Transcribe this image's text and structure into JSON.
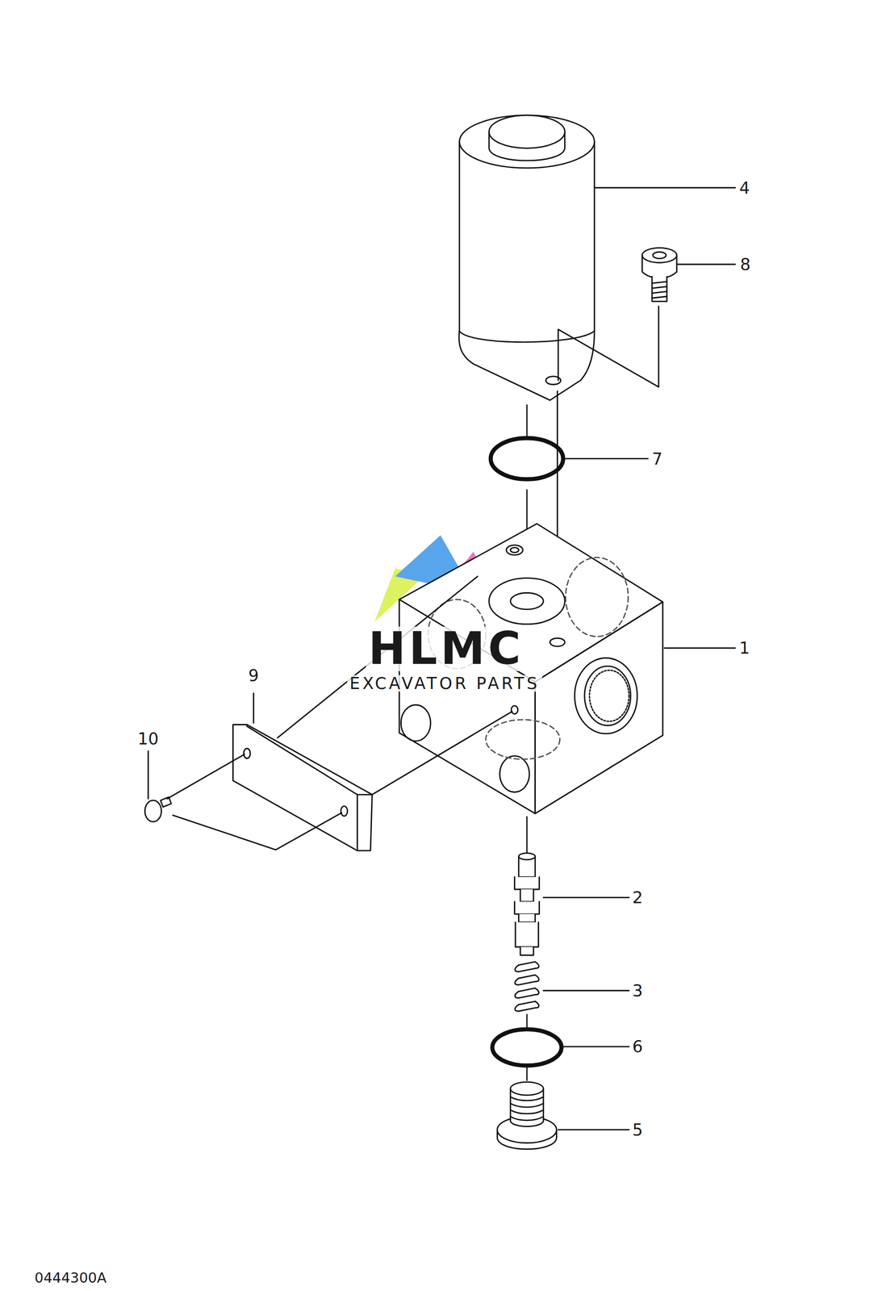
{
  "diagram": {
    "labels": [
      "4",
      "8",
      "7",
      "1",
      "9",
      "10",
      "2",
      "3",
      "6",
      "5",
      "HLMC",
      "EXCAVATOR PARTS",
      "0444300A"
    ]
  }
}
